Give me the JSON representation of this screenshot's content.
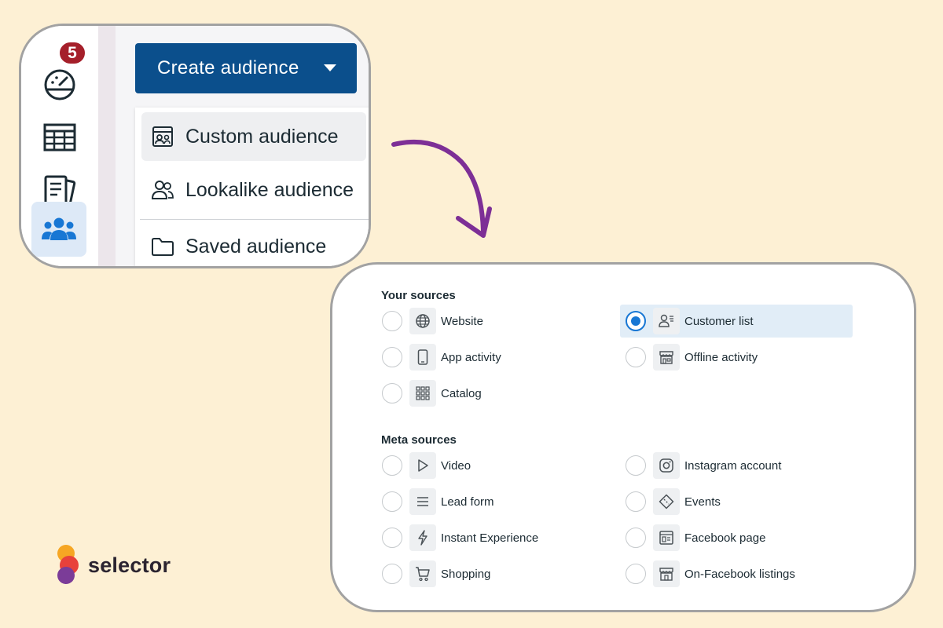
{
  "nav": {
    "notification_count": "5",
    "items": [
      {
        "icon": "dashboard-gauge-icon"
      },
      {
        "icon": "table-grid-icon"
      },
      {
        "icon": "documents-icon"
      },
      {
        "icon": "audience-people-icon",
        "active": true
      }
    ]
  },
  "create_menu": {
    "button_label": "Create audience",
    "items": [
      {
        "label": "Custom audience",
        "icon": "custom-audience-icon",
        "hovered": true
      },
      {
        "label": "Lookalike audience",
        "icon": "lookalike-people-icon"
      },
      {
        "label": "Saved audience",
        "icon": "folder-icon"
      }
    ]
  },
  "sources": {
    "your_sources_title": "Your sources",
    "your_sources": [
      {
        "label": "Website",
        "icon": "globe-icon",
        "selected": false
      },
      {
        "label": "Customer list",
        "icon": "customer-list-icon",
        "selected": true
      },
      {
        "label": "App activity",
        "icon": "mobile-phone-icon",
        "selected": false
      },
      {
        "label": "Offline activity",
        "icon": "store-icon",
        "selected": false
      },
      {
        "label": "Catalog",
        "icon": "catalog-grid-icon",
        "selected": false
      }
    ],
    "meta_sources_title": "Meta sources",
    "meta_sources": [
      {
        "label": "Video",
        "icon": "play-icon",
        "selected": false
      },
      {
        "label": "Instagram account",
        "icon": "instagram-icon",
        "selected": false
      },
      {
        "label": "Lead form",
        "icon": "list-lines-icon",
        "selected": false
      },
      {
        "label": "Events",
        "icon": "ticket-icon",
        "selected": false
      },
      {
        "label": "Instant Experience",
        "icon": "lightning-icon",
        "selected": false
      },
      {
        "label": "Facebook page",
        "icon": "page-icon",
        "selected": false
      },
      {
        "label": "Shopping",
        "icon": "cart-icon",
        "selected": false
      },
      {
        "label": "On-Facebook listings",
        "icon": "marketplace-icon",
        "selected": false
      }
    ]
  },
  "brand": {
    "name": "selector",
    "colors": {
      "accent": "#0b4f8c",
      "selected": "#1877d4",
      "badge": "#a51f2a",
      "arrow": "#7d2f96"
    }
  }
}
